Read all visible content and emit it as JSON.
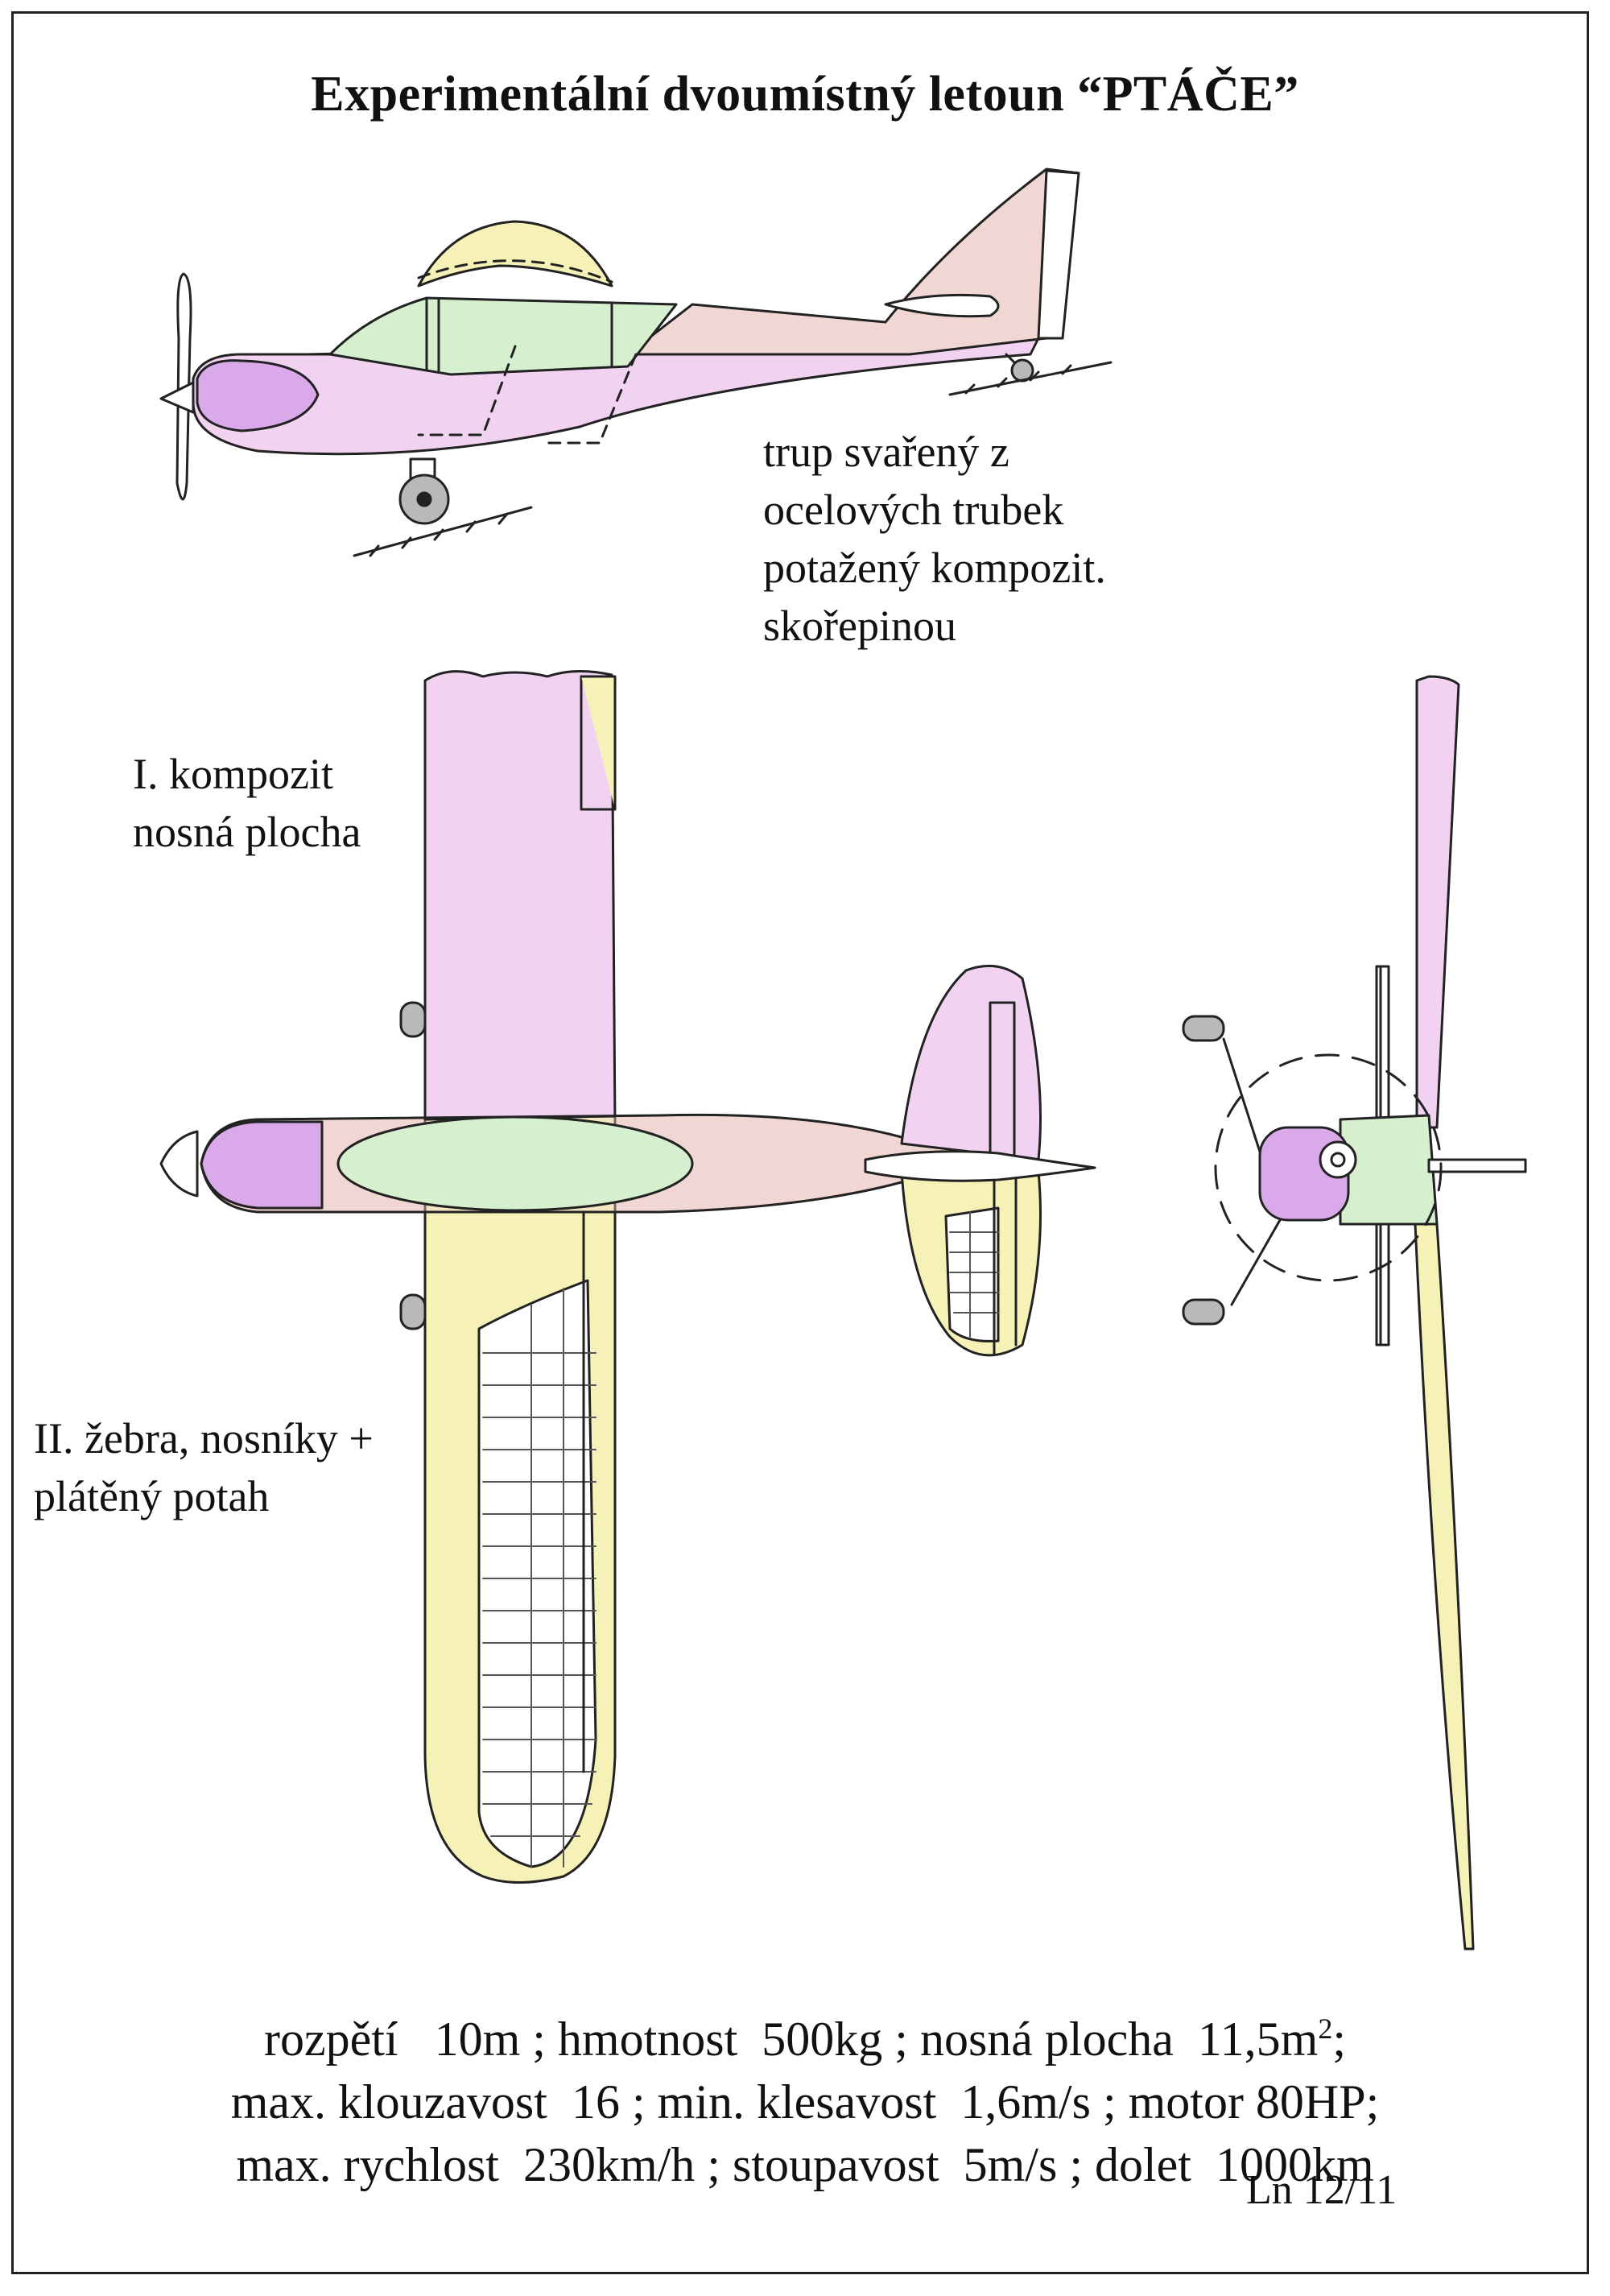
{
  "title": "Experimentální dvoumístný letoun “PTÁČE”",
  "fuselage_note": [
    "trup svařený z",
    "ocelových trubek",
    "potažený kompozit.",
    "skořepinou"
  ],
  "wing_note_1": [
    "I. kompozit",
    "nosná plocha"
  ],
  "wing_note_2": [
    "II. žebra, nosníky +",
    "plátěný potah"
  ],
  "specs": {
    "line1_a": "rozpětí   10m ; hmotnost  500kg ; nosná plocha  11,5m",
    "line1_sup": "2",
    "line1_b": ";",
    "line2": "max. klouzavost  16 ; min. klesavost  1,6m/s ; motor 80HP;",
    "line3": "max. rychlost  230km/h ; stoupavost  5m/s ; dolet  1000km"
  },
  "signature": "Ln 12/11",
  "colors": {
    "pink": "#f1d3f1",
    "rose": "#f1d7d3",
    "green": "#d6efcf",
    "yellow": "#f6f1b6",
    "purple": "#d9a9ea",
    "gray": "#b9b9b9",
    "outline": "#222222"
  }
}
